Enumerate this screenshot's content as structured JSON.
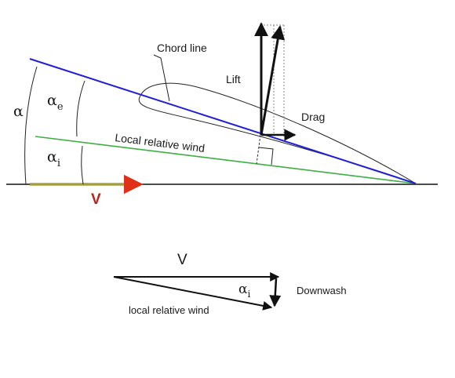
{
  "labels": {
    "chord_line": "Chord line",
    "lift": "Lift",
    "drag": "Drag",
    "local_relative_wind": "Local relative wind",
    "v_free_stream": "V",
    "alpha": "α",
    "alpha_e_base": "α",
    "alpha_e_sub": "e",
    "alpha_i_base": "α",
    "alpha_i_sub": "i",
    "v_triangle": "V",
    "alpha_i_triangle_base": "α",
    "alpha_i_triangle_sub": "i",
    "downwash": "Downwash",
    "triangle_local_relative_wind": "local relative wind"
  },
  "colors": {
    "chord_line": "#1f1fd6",
    "local_relative_wind_line": "#3cb043",
    "free_stream": "#a3a040",
    "v_label": "#c0201a",
    "arrow_tip": "#e03018"
  }
}
